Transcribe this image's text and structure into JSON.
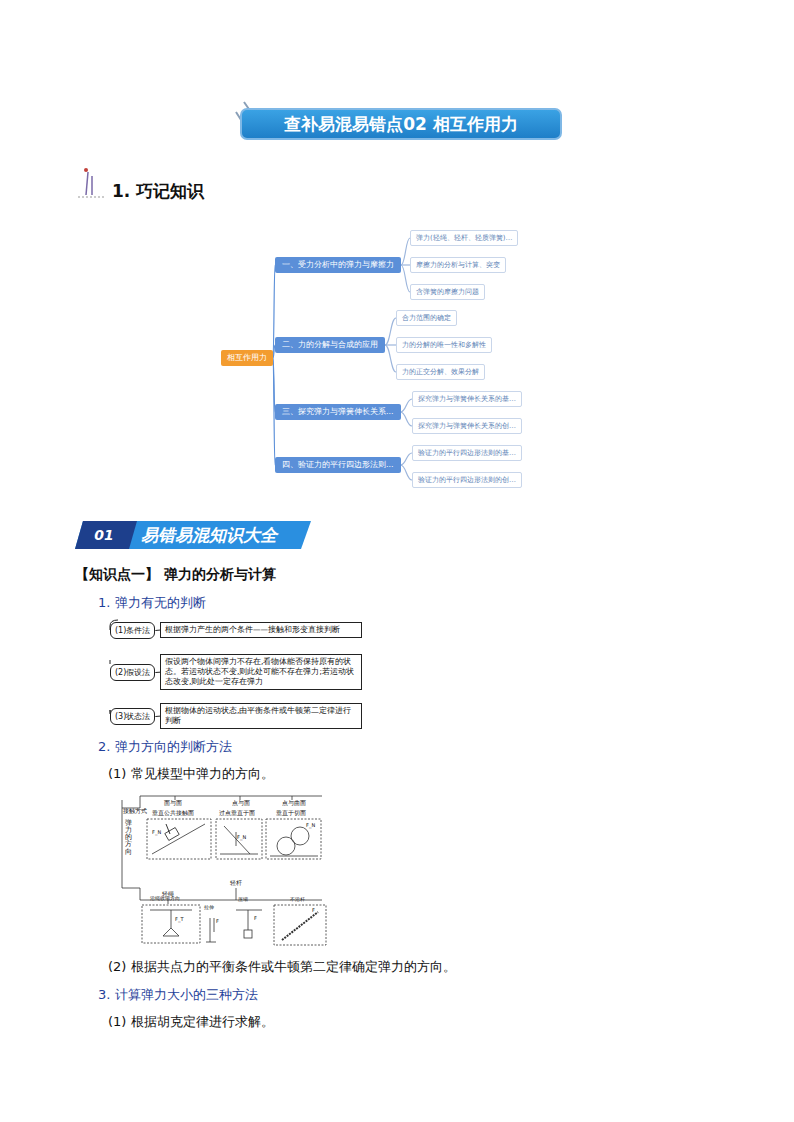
{
  "diagram": {
    "title": "查补易混易错点02 相互作用力",
    "nodes": [
      {
        "text": [
          "相互作用力"
        ]
      },
      {
        "text": [
          "一、受力分析中的弹力与摩擦力"
        ]
      },
      {
        "text": [
          "弹力(轻绳、轻杆、轻质弹簧)…"
        ]
      },
      {
        "text": [
          "摩擦力的分析与计算、突变"
        ]
      },
      {
        "text": [
          "含弹簧的摩擦力问题"
        ]
      },
      {
        "text": [
          "二、力的分解与合成的应用"
        ]
      },
      {
        "text": [
          "合力范围的确定"
        ]
      },
      {
        "text": [
          "力的分解的唯一性和多解性"
        ]
      },
      {
        "text": [
          "力的正交分解、效果分解"
        ]
      },
      {
        "text": [
          "三、探究弹力与弹簧伸长关系…"
        ]
      },
      {
        "text": [
          "探究弹力与弹簧伸长关系的基…"
        ]
      },
      {
        "text": [
          "探究弹力与弹簧伸长关系的创…"
        ]
      },
      {
        "text": [
          "四、验证力的平行四边形法则…"
        ]
      },
      {
        "text": [
          "验证力的平行四边形法则的基…"
        ]
      },
      {
        "text": [
          "验证力的平行四边形法则的创…"
        ]
      },
      {
        "text": [
          "01",
          "易错易混知识大全"
        ]
      },
      {
        "text": [
          "(1)条件法"
        ]
      },
      {
        "text": [
          "根据弹力产生的两个条件——接触和形变直接判断"
        ]
      },
      {
        "text": [
          "(2)假设法"
        ]
      },
      {
        "text": [
          "假设两个物体间弹力不存在,看物体能否保持原有的状态。若运动状态不变,则此处可能不存在弹力;若运动状态改变,则此处一定存在弹力"
        ]
      },
      {
        "text": [
          "(3)状态法"
        ]
      },
      {
        "text": [
          "根据物体的运动状态,由平衡条件或牛顿第二定律进行判断"
        ]
      }
    ],
    "edges": [
      {
        "from": 0,
        "to": 1,
        "arrow": "none"
      },
      {
        "from": 0,
        "to": 5,
        "arrow": "none"
      },
      {
        "from": 0,
        "to": 9,
        "arrow": "none"
      },
      {
        "from": 0,
        "to": 12,
        "arrow": "none"
      },
      {
        "from": 1,
        "to": 2,
        "arrow": "none"
      },
      {
        "from": 1,
        "to": 3,
        "arrow": "none"
      },
      {
        "from": 1,
        "to": 4,
        "arrow": "none"
      },
      {
        "from": 5,
        "to": 6,
        "arrow": "none"
      },
      {
        "from": 5,
        "to": 7,
        "arrow": "none"
      },
      {
        "from": 5,
        "to": 8,
        "arrow": "none"
      },
      {
        "from": 9,
        "to": 10,
        "arrow": "none"
      },
      {
        "from": 9,
        "to": 11,
        "arrow": "none"
      },
      {
        "from": 12,
        "to": 13,
        "arrow": "none"
      },
      {
        "from": 12,
        "to": 14,
        "arrow": "none"
      },
      {
        "from": 16,
        "to": 17,
        "arrow": "none"
      },
      {
        "from": 18,
        "to": 19,
        "arrow": "none"
      },
      {
        "from": 20,
        "to": 21,
        "arrow": "none"
      }
    ],
    "labels": [
      "1. 巧记知识",
      "【知识点一】 弹力的分析与计算",
      "1. 弹力有无的判断",
      "2. 弹力方向的判断方法",
      "(1) 常见模型中弹力的方向。",
      "弹力的方向",
      "接触方式",
      "面与面",
      "垂直公共接触面",
      "点与面",
      "过点垂直于面",
      "点与曲面",
      "垂直于切面",
      "轻绳",
      "沿绳收缩方向",
      "轻杆",
      "拉伸",
      "压缩",
      "不沿杆",
      "F_N",
      "F_N",
      "F_N",
      "F_T",
      "F",
      "F",
      "F",
      "(2) 根据共点力的平衡条件或牛顿第二定律确定弹力的方向。",
      "3. 计算弹力大小的三种方法",
      "(1) 根据胡克定律进行求解。"
    ]
  }
}
